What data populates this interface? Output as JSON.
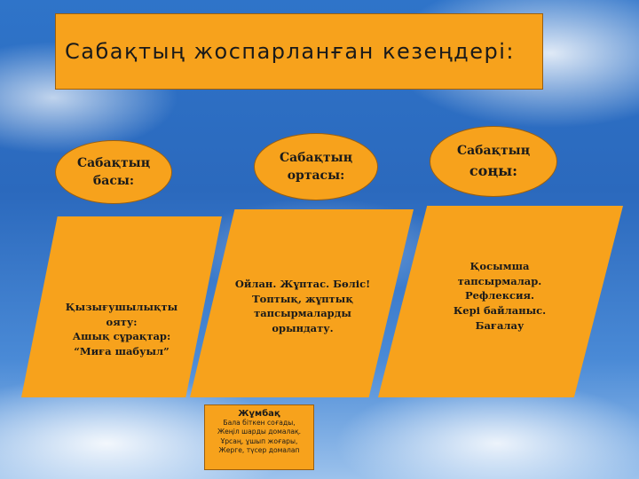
{
  "title": "Сабақтың жоспарланған кезеңдері:",
  "stages": [
    {
      "heading_line1": "Сабақтың",
      "heading_line2": "басы:",
      "body": [
        "Қызығушылықты",
        "ояту:",
        "Ашық сұрақтар:",
        "“Миға шабуыл”"
      ]
    },
    {
      "heading_line1": "Сабақтың",
      "heading_line2": "ортасы:",
      "body": [
        "Ойлан. Жұптас. Бөліс!",
        "Топтық, жұптық",
        "тапсырмаларды",
        "орындату."
      ]
    },
    {
      "heading_line1": "Сабақтың",
      "heading_line2": "соңы:",
      "body": [
        "Қосымша",
        "тапсырмалар.",
        "Рефлексия.",
        "Кері байланыс.",
        "Бағалау"
      ]
    }
  ],
  "riddle": {
    "title": "Жұмбақ",
    "lines": [
      "Бала біткен соғады,",
      "Жеңіл шарды домалақ.",
      "Ұрсаң, ұшып жоғары,",
      "Жерге, түсер домалап"
    ]
  },
  "colors": {
    "box": "#f7a21c",
    "border": "#9a5f10",
    "sky": "#2f74c9"
  }
}
